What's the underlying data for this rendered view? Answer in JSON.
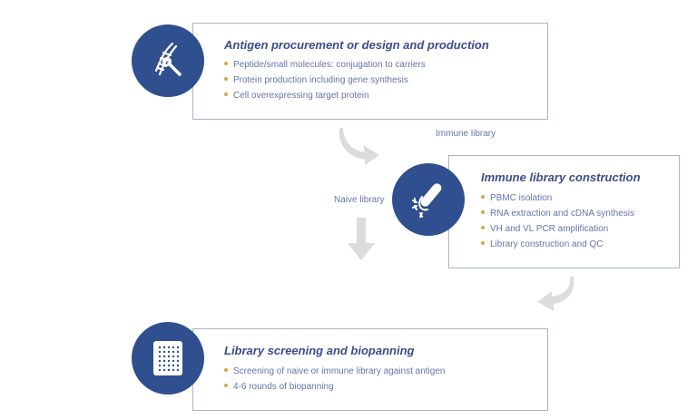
{
  "steps": [
    {
      "title": "Antigen procurement or design and production",
      "items": [
        "Peptide/small molecules: conjugation to carriers",
        "Protein production including gene synthesis",
        "Cell overexpressing target protein"
      ],
      "icon": "dna-wrench-icon"
    },
    {
      "title": "Immune library construction",
      "items": [
        "PBMC isolation",
        "RNA extraction and cDNA synthesis",
        "VH and VL PCR amplification",
        "Library construction and QC"
      ],
      "icon": "test-tube-icon"
    },
    {
      "title": "Library screening and biopanning",
      "items": [
        "Screening of naive or immune library against antigen",
        "4-6 rounds of biopanning"
      ],
      "icon": "well-plate-icon"
    }
  ],
  "labels": {
    "immune": "Immune library",
    "naive": "Naive library"
  },
  "colors": {
    "circle": "#2f4f8f",
    "title": "#3b4c8c",
    "text": "#6574ad",
    "bullet": "#d6a945",
    "arrow": "#dcdcdc"
  }
}
